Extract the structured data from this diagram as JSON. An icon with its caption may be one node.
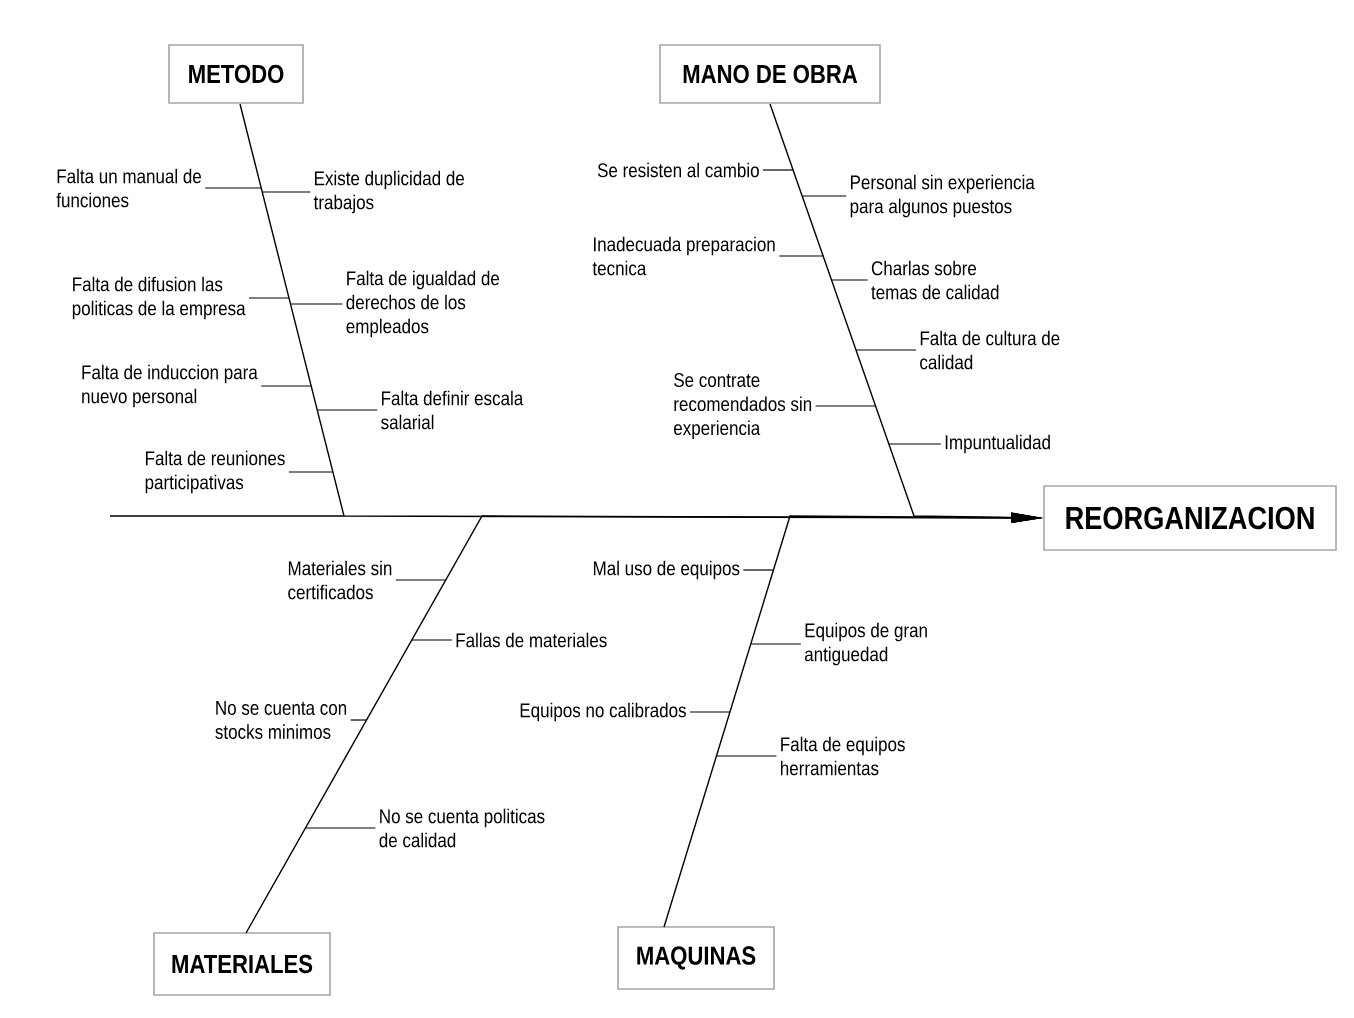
{
  "diagram": {
    "nodes": [
      {
        "text": [
          "METODO"
        ]
      },
      {
        "text": [
          "MANO DE OBRA"
        ]
      },
      {
        "text": [
          "REORGANIZACION"
        ]
      },
      {
        "text": [
          "MATERIALES"
        ]
      },
      {
        "text": [
          "MAQUINAS"
        ]
      },
      {
        "text": [
          "Falta un manual de funciones"
        ]
      },
      {
        "text": [
          "Falta de difusion las politicas de la empresa"
        ]
      },
      {
        "text": [
          "Falta de induccion para nuevo personal"
        ]
      },
      {
        "text": [
          "Falta de reuniones participativas"
        ]
      },
      {
        "text": [
          "Existe duplicidad de trabajos"
        ]
      },
      {
        "text": [
          "Falta de igualdad de derechos de los empleados"
        ]
      },
      {
        "text": [
          "Falta definir escala salarial"
        ]
      },
      {
        "text": [
          "Se resisten al cambio"
        ]
      },
      {
        "text": [
          "Inadecuada preparacion tecnica"
        ]
      },
      {
        "text": [
          "Se contrate recomendados sin experiencia"
        ]
      },
      {
        "text": [
          "Personal sin experiencia para algunos puestos"
        ]
      },
      {
        "text": [
          "Charlas sobre temas de calidad"
        ]
      },
      {
        "text": [
          "Falta de cultura de calidad"
        ]
      },
      {
        "text": [
          "Impuntualidad"
        ]
      },
      {
        "text": [
          "Materiales sin certificados"
        ]
      },
      {
        "text": [
          "No se cuenta con stocks minimos"
        ]
      },
      {
        "text": [
          "Fallas de materiales"
        ]
      },
      {
        "text": [
          "No se cuenta politicas de calidad"
        ]
      },
      {
        "text": [
          "Mal uso de equipos"
        ]
      },
      {
        "text": [
          "Equipos no calibrados"
        ]
      },
      {
        "text": [
          "Equipos de gran antiguedad"
        ]
      },
      {
        "text": [
          "Falta de equipos herramientas"
        ]
      }
    ],
    "edges": [
      {
        "from": 0,
        "to": 2,
        "arrow": "to"
      },
      {
        "from": 1,
        "to": 2,
        "arrow": "to"
      },
      {
        "from": 3,
        "to": 2,
        "arrow": "to"
      },
      {
        "from": 4,
        "to": 2,
        "arrow": "to"
      },
      {
        "from": 5,
        "to": null,
        "arrow": "none"
      },
      {
        "from": 6,
        "to": null,
        "arrow": "none"
      },
      {
        "from": 7,
        "to": null,
        "arrow": "none"
      },
      {
        "from": 8,
        "to": null,
        "arrow": "none"
      },
      {
        "from": 9,
        "to": null,
        "arrow": "none"
      },
      {
        "from": 10,
        "to": null,
        "arrow": "none"
      },
      {
        "from": 11,
        "to": null,
        "arrow": "none"
      },
      {
        "from": 12,
        "to": null,
        "arrow": "none"
      },
      {
        "from": 13,
        "to": null,
        "arrow": "none"
      },
      {
        "from": 14,
        "to": null,
        "arrow": "none"
      },
      {
        "from": 15,
        "to": null,
        "arrow": "none"
      },
      {
        "from": 16,
        "to": null,
        "arrow": "none"
      },
      {
        "from": 17,
        "to": null,
        "arrow": "none"
      },
      {
        "from": 18,
        "to": null,
        "arrow": "none"
      },
      {
        "from": 19,
        "to": null,
        "arrow": "none"
      },
      {
        "from": 20,
        "to": null,
        "arrow": "none"
      },
      {
        "from": 21,
        "to": null,
        "arrow": "none"
      },
      {
        "from": 22,
        "to": null,
        "arrow": "none"
      },
      {
        "from": 23,
        "to": null,
        "arrow": "none"
      },
      {
        "from": 24,
        "to": null,
        "arrow": "none"
      },
      {
        "from": 25,
        "to": null,
        "arrow": "none"
      },
      {
        "from": 26,
        "to": null,
        "arrow": "none"
      }
    ]
  }
}
